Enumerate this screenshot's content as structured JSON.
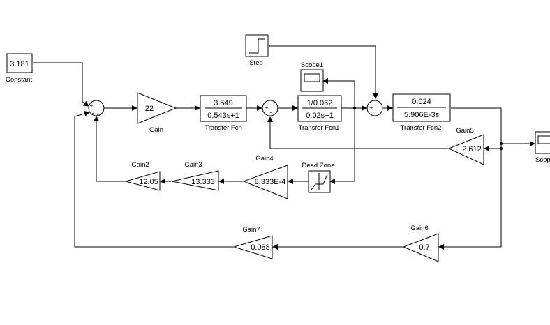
{
  "diagram": {
    "blocks": {
      "constant": {
        "value": "3.181",
        "label": "Constant"
      },
      "step": {
        "label": "Step"
      },
      "scope1": {
        "label": "Scope1"
      },
      "scope": {
        "label": "Scop"
      },
      "gain": {
        "value": "22",
        "label": "Gain"
      },
      "tf": {
        "num": "3.549",
        "den": "0.543s+1",
        "label": "Transfer Fcn"
      },
      "tf1": {
        "num": "1/0.062",
        "den": "0.02s+1",
        "label": "Transfer Fcn1"
      },
      "tf2": {
        "num": "0.024",
        "den": "5.906E-3s",
        "label": "Transfer Fcn2"
      },
      "gain5": {
        "value": "2.612",
        "label": "Gain5"
      },
      "gain2": {
        "value": "12.05",
        "label": "Gain2"
      },
      "gain3": {
        "value": "13.333",
        "label": "Gain3"
      },
      "gain4": {
        "value": "8.333E-4",
        "label": "Gain4"
      },
      "deadzone": {
        "label": "Dead Zone"
      },
      "gain6": {
        "value": "0.7",
        "label": "Gain6"
      },
      "gain7": {
        "value": "0.088",
        "label": "Gain7"
      }
    },
    "sums": {
      "sum1": {
        "signs": [
          "+",
          "-",
          "-"
        ]
      },
      "sum2": {
        "signs": [
          "+",
          "-"
        ]
      },
      "sum3": {
        "signs": [
          "+",
          "-"
        ]
      }
    }
  }
}
